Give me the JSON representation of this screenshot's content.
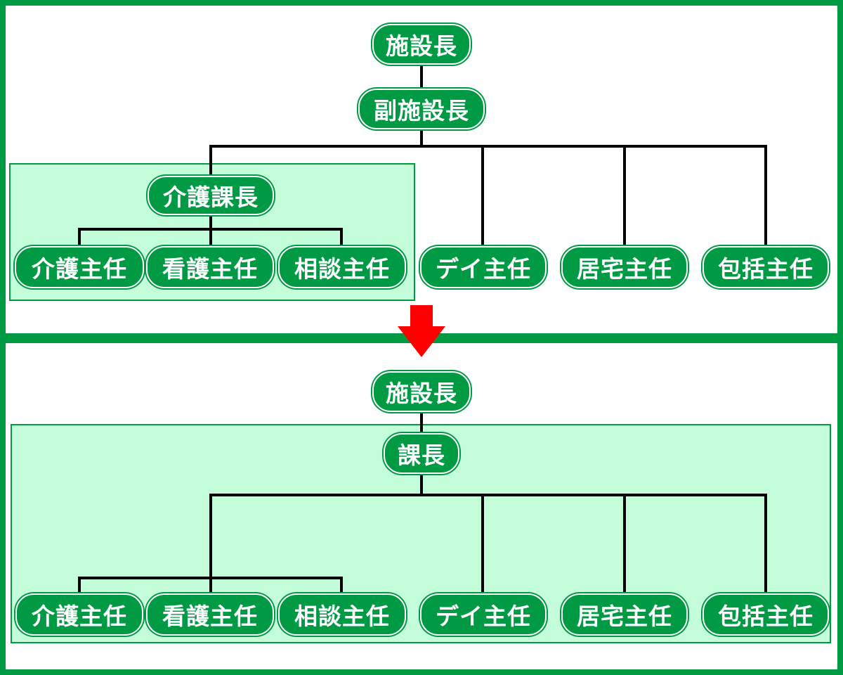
{
  "colors": {
    "frame": "#009a44",
    "node_fill": "#009a44",
    "node_text": "#ffffff",
    "group_fill": "#c4fdd9",
    "connector": "#000000",
    "arrow": "#ff0000"
  },
  "before": {
    "director": "施設長",
    "vice_director": "副施設長",
    "care_manager": "介護課長",
    "care_chief": "介護主任",
    "nursing_chief": "看護主任",
    "consult_chief": "相談主任",
    "day_chief": "デイ主任",
    "home_chief": "居宅主任",
    "inclusive_chief": "包括主任"
  },
  "after": {
    "director": "施設長",
    "section_manager": "課長",
    "care_chief": "介護主任",
    "nursing_chief": "看護主任",
    "consult_chief": "相談主任",
    "day_chief": "デイ主任",
    "home_chief": "居宅主任",
    "inclusive_chief": "包括主任"
  },
  "icons": {
    "transition": "arrow-down-icon"
  }
}
